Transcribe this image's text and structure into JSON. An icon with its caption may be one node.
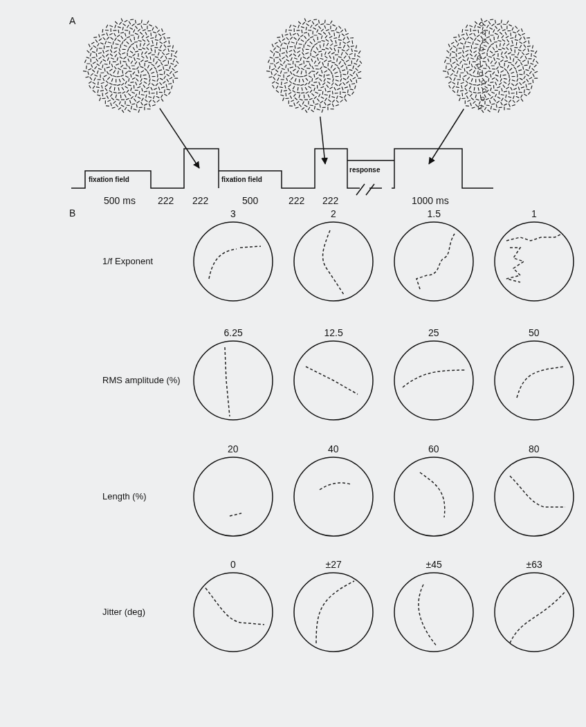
{
  "diagram": {
    "nodes": [
      {
        "text": [],
        "shape": "picture"
      },
      {
        "text": [],
        "shape": "picture"
      },
      {
        "text": [],
        "shape": "picture"
      }
    ],
    "edges": [
      {
        "from": 0,
        "to": null,
        "arrow": "to"
      },
      {
        "from": 1,
        "to": null,
        "arrow": "to"
      },
      {
        "from": 2,
        "to": null,
        "arrow": "to"
      }
    ],
    "labels": [
      "A",
      "fixation field",
      "fixation field",
      "response",
      "500 ms",
      "222",
      "222",
      "500",
      "222",
      "222",
      "1000 ms",
      "B",
      "3",
      "2",
      "1.5",
      "1",
      "1/f Exponent",
      "6.25",
      "12.5",
      "25",
      "50",
      "RMS amplitude (%)",
      "20",
      "40",
      "60",
      "80",
      "Length (%)",
      "0",
      "±27",
      "±45",
      "±63",
      "Jitter (deg)"
    ]
  }
}
